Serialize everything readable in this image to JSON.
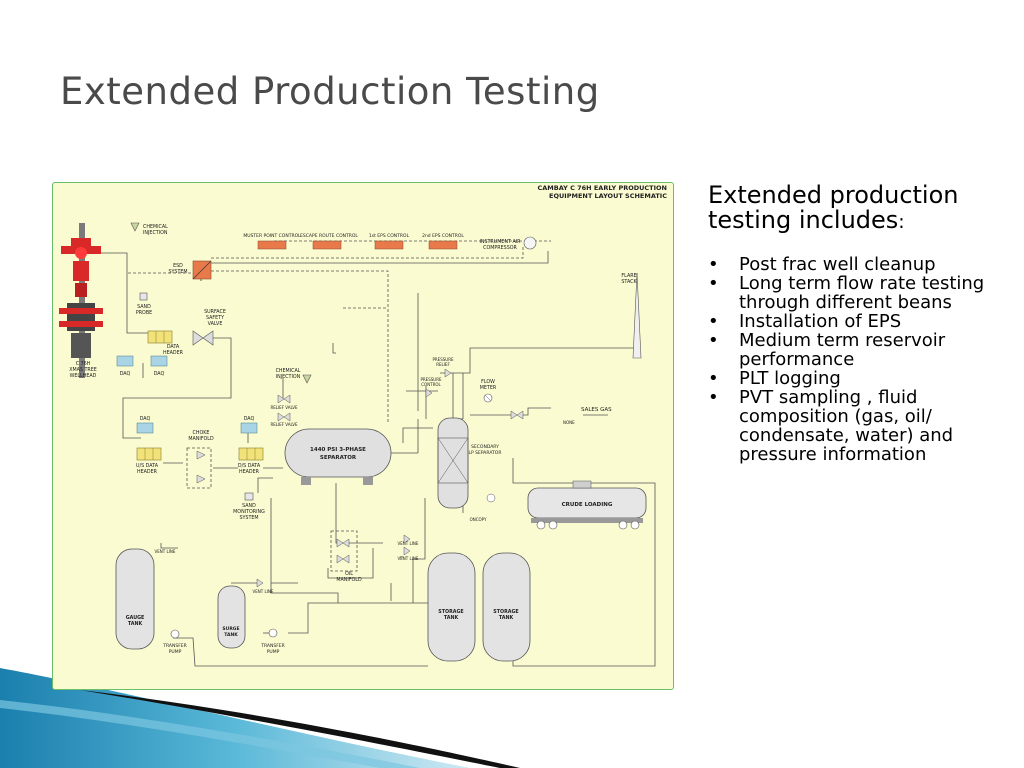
{
  "slide": {
    "title": "Extended Production Testing",
    "intro_main": "Extended production testing includes",
    "intro_colon": ":",
    "bullets": [
      "Post frac well cleanup",
      "Long term flow rate testing through different beans",
      "Installation of EPS",
      "Medium term reservoir performance",
      "PLT logging",
      "PVT sampling , fluid composition (gas, oil/ condensate, water) and pressure information"
    ]
  },
  "schematic": {
    "header_line1": "CAMBAY C 76H EARLY PRODUCTION",
    "header_line2": "EQUIPMENT LAYOUT SCHEMATIC",
    "labels": {
      "chemical_injection_1a": "CHEMICAL",
      "chemical_injection_1b": "INJECTION",
      "muster_point": "MUSTER POINT CONTROL",
      "escape_route": "ESCAPE ROUTE CONTROL",
      "eps_control_1": "1st EPS CONTROL",
      "eps_control_2": "2nd EPS CONTROL",
      "instrument_air_a": "INSTRUMENT AIR",
      "instrument_air_b": "COMPRESSOR",
      "esd_a": "ESD",
      "esd_b": "SYSTEM",
      "sand_probe_a": "SAND",
      "sand_probe_b": "PROBE",
      "ssv_a": "SURFACE",
      "ssv_b": "SAFETY",
      "ssv_c": "VALVE",
      "data_header_a": "DATA",
      "data_header_b": "HEADER",
      "xmas_a": "C 76H",
      "xmas_b": "XMAS TREE",
      "xmas_c": "WELLHEAD",
      "daq_1": "DAQ",
      "daq_2": "DAQ",
      "daq_3": "DAQ",
      "daq_4": "DAQ",
      "flare_a": "FLARE",
      "flare_b": "STACK",
      "chemical_injection_2a": "CHEMICAL",
      "chemical_injection_2b": "INJECTION",
      "relief_valve_1": "RELIEF VALVE",
      "relief_valve_2": "RELIEF VALVE",
      "pressure_relief_a": "PRESSURE",
      "pressure_relief_b": "RELIEF",
      "pressure_control_a": "PRESSURE",
      "pressure_control_b": "CONTROL",
      "flow_meter_a": "FLOW",
      "flow_meter_b": "METER",
      "sales_gas": "SALES GAS",
      "none": "NONE",
      "us_header_a": "U/S DATA",
      "us_header_b": "HEADER",
      "choke_a": "CHOKE",
      "choke_b": "MANIFOLD",
      "ds_header_a": "D/S DATA",
      "ds_header_b": "HEADER",
      "separator_a": "1440 PSI 3-PHASE",
      "separator_b": "SEPARATOR",
      "secondary_a": "SECONDARY",
      "secondary_b": "LP SEPARATOR",
      "sand_monitor_a": "SAND",
      "sand_monitor_b": "MONITORING",
      "sand_monitor_c": "SYSTEM",
      "oncopy": "ONCOPY",
      "crude_loading": "CRUDE LOADING",
      "vent_line_1": "VENT LINE",
      "vent_line_2": "VENT LINE",
      "vent_line_3": "VENT LINE",
      "vent_line_4": "VENT LINE",
      "oil_manifold_a": "OIL",
      "oil_manifold_b": "MANIFOLD",
      "gauge_tank_a": "GAUGE",
      "gauge_tank_b": "TANK",
      "transfer_pump_1a": "TRANSFER",
      "transfer_pump_1b": "PUMP",
      "surge_tank_a": "SURGE",
      "surge_tank_b": "TANK",
      "transfer_pump_2a": "TRANSFER",
      "transfer_pump_2b": "PUMP",
      "storage_tank_1a": "STORAGE",
      "storage_tank_1b": "TANK",
      "storage_tank_2a": "STORAGE",
      "storage_tank_2b": "TANK"
    }
  },
  "colors": {
    "diagram_bg": "#fafbd0",
    "frame_border": "#6bbf6b",
    "control_box": "#e8794a",
    "header_box": "#f1e37a",
    "daq_box": "#a8d4e6",
    "wellhead_red": "#d82828",
    "deco_blue": "#2b8fb8"
  }
}
